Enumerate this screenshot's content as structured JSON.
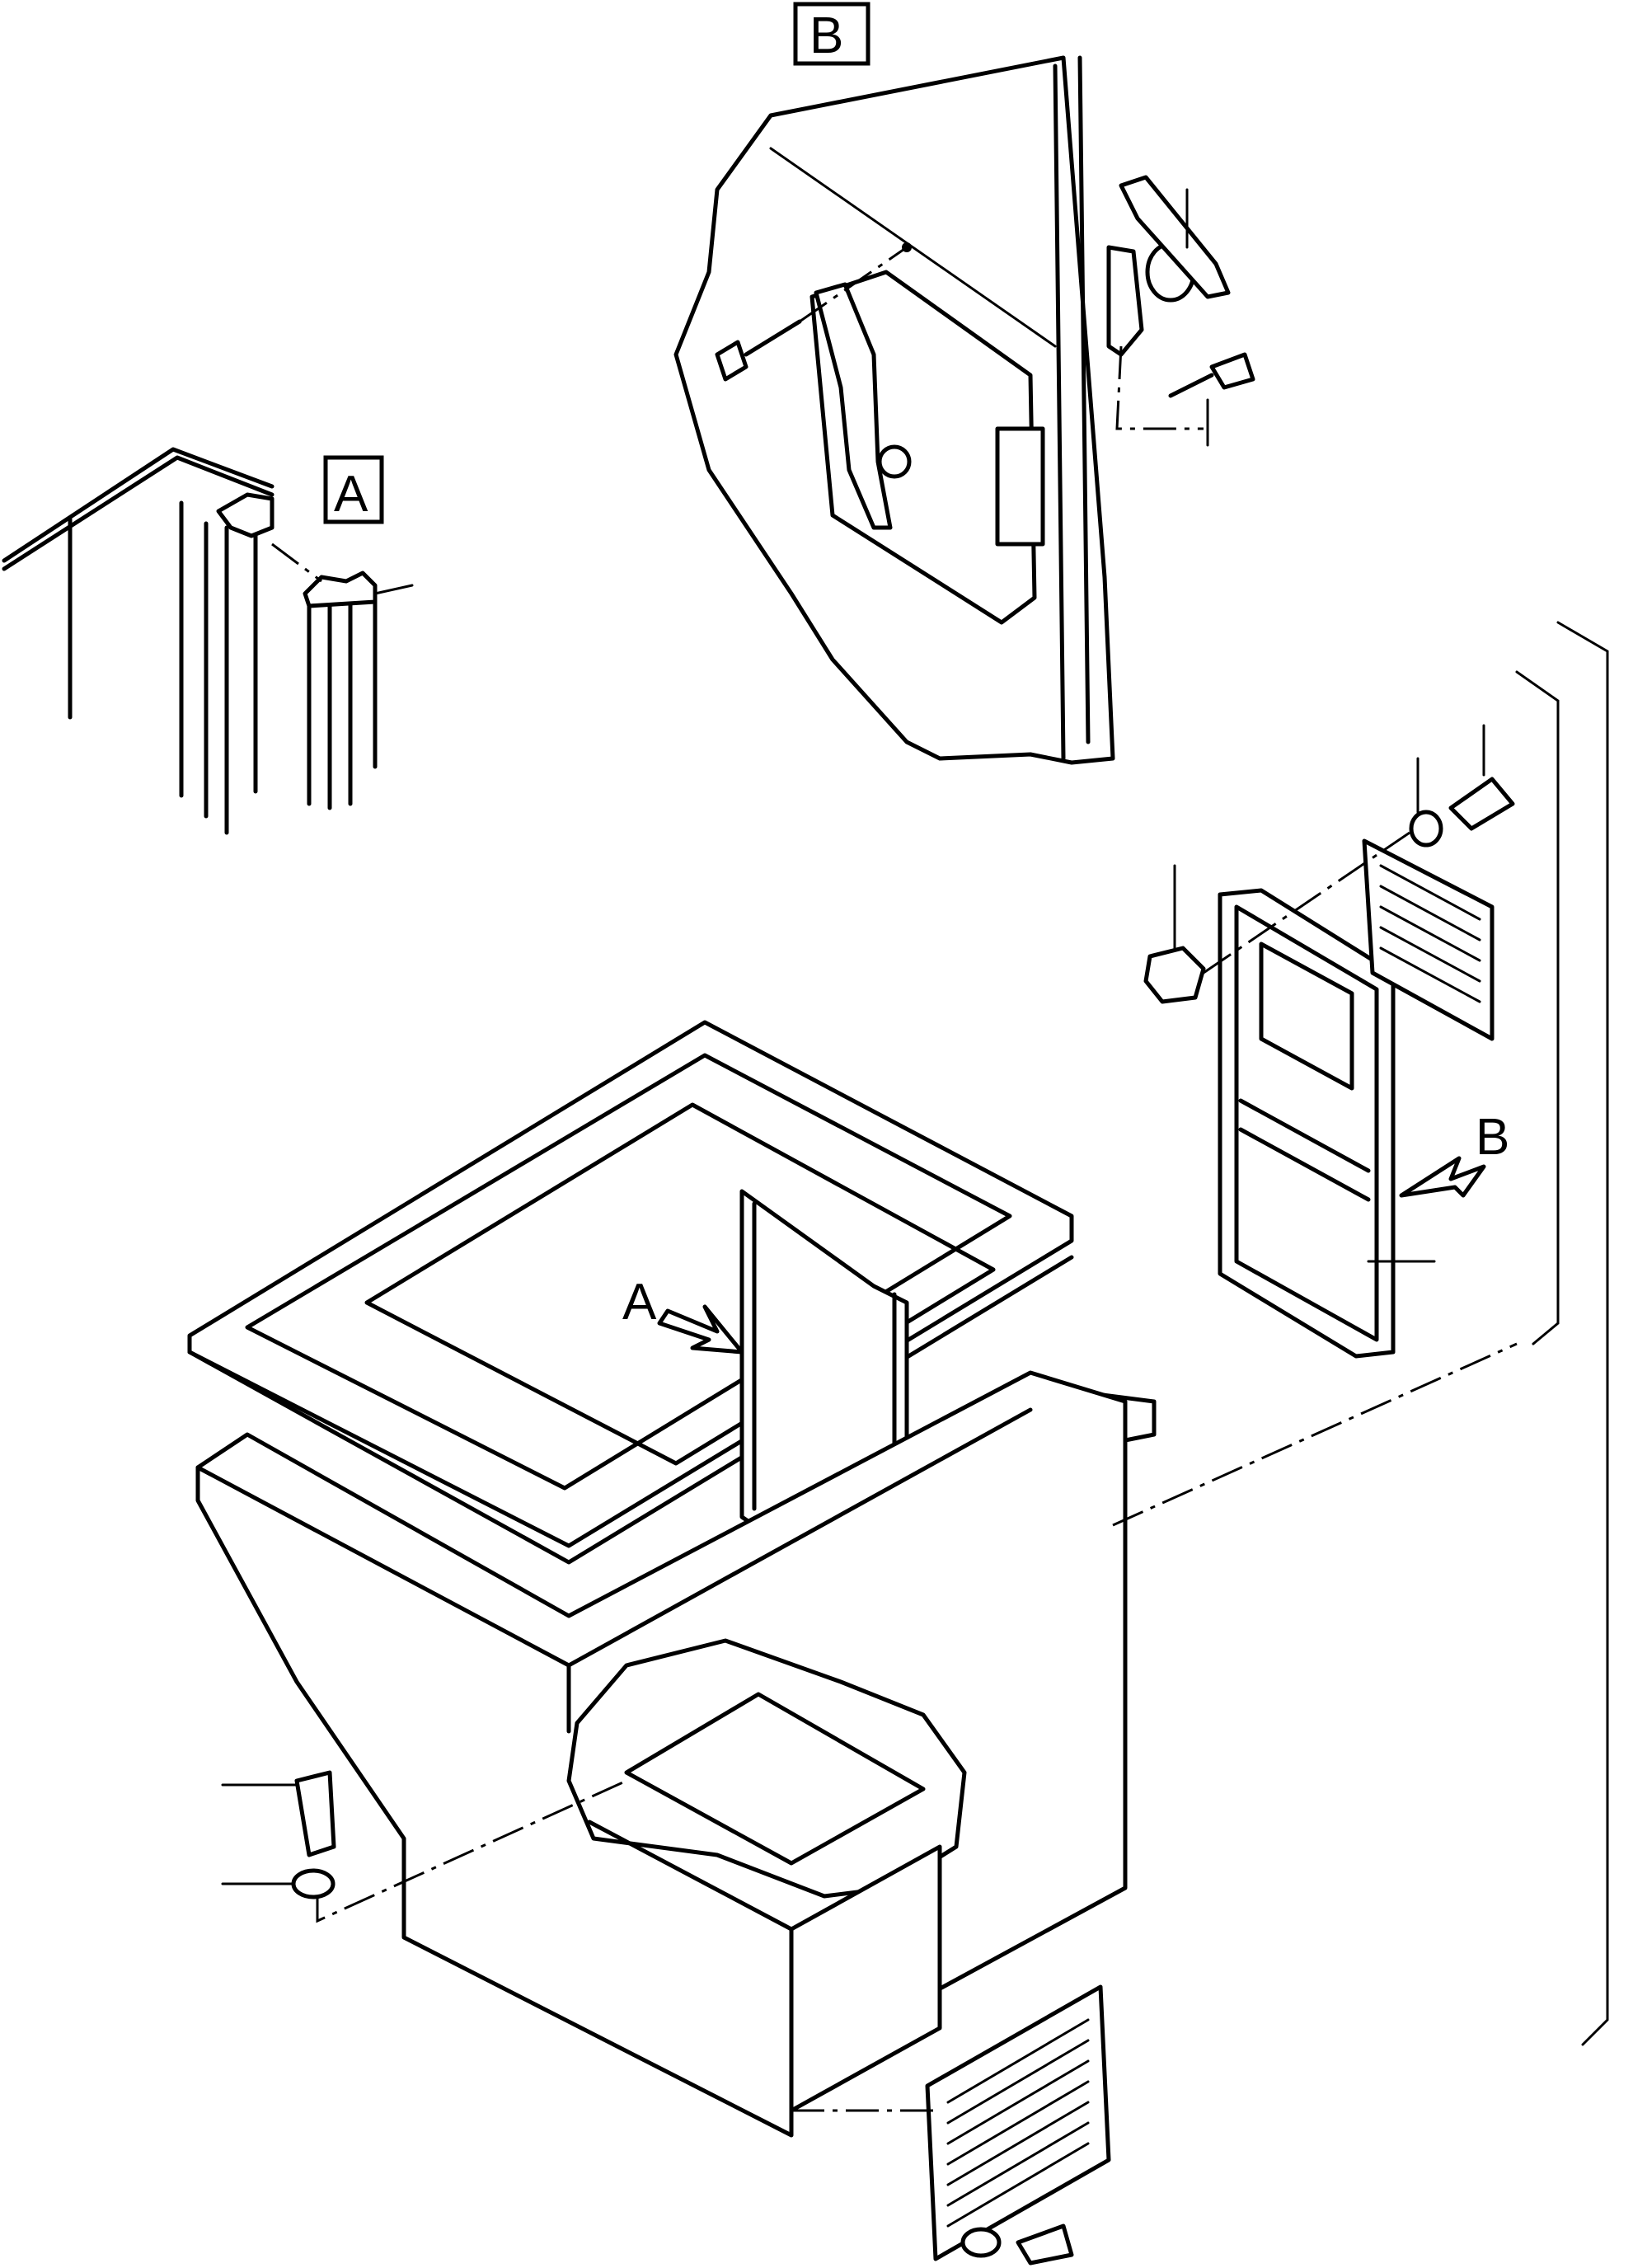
{
  "detail_labels": {
    "detail_a": "A",
    "detail_b": "B"
  },
  "callouts": {
    "arrow_a": "A",
    "arrow_b": "B"
  }
}
